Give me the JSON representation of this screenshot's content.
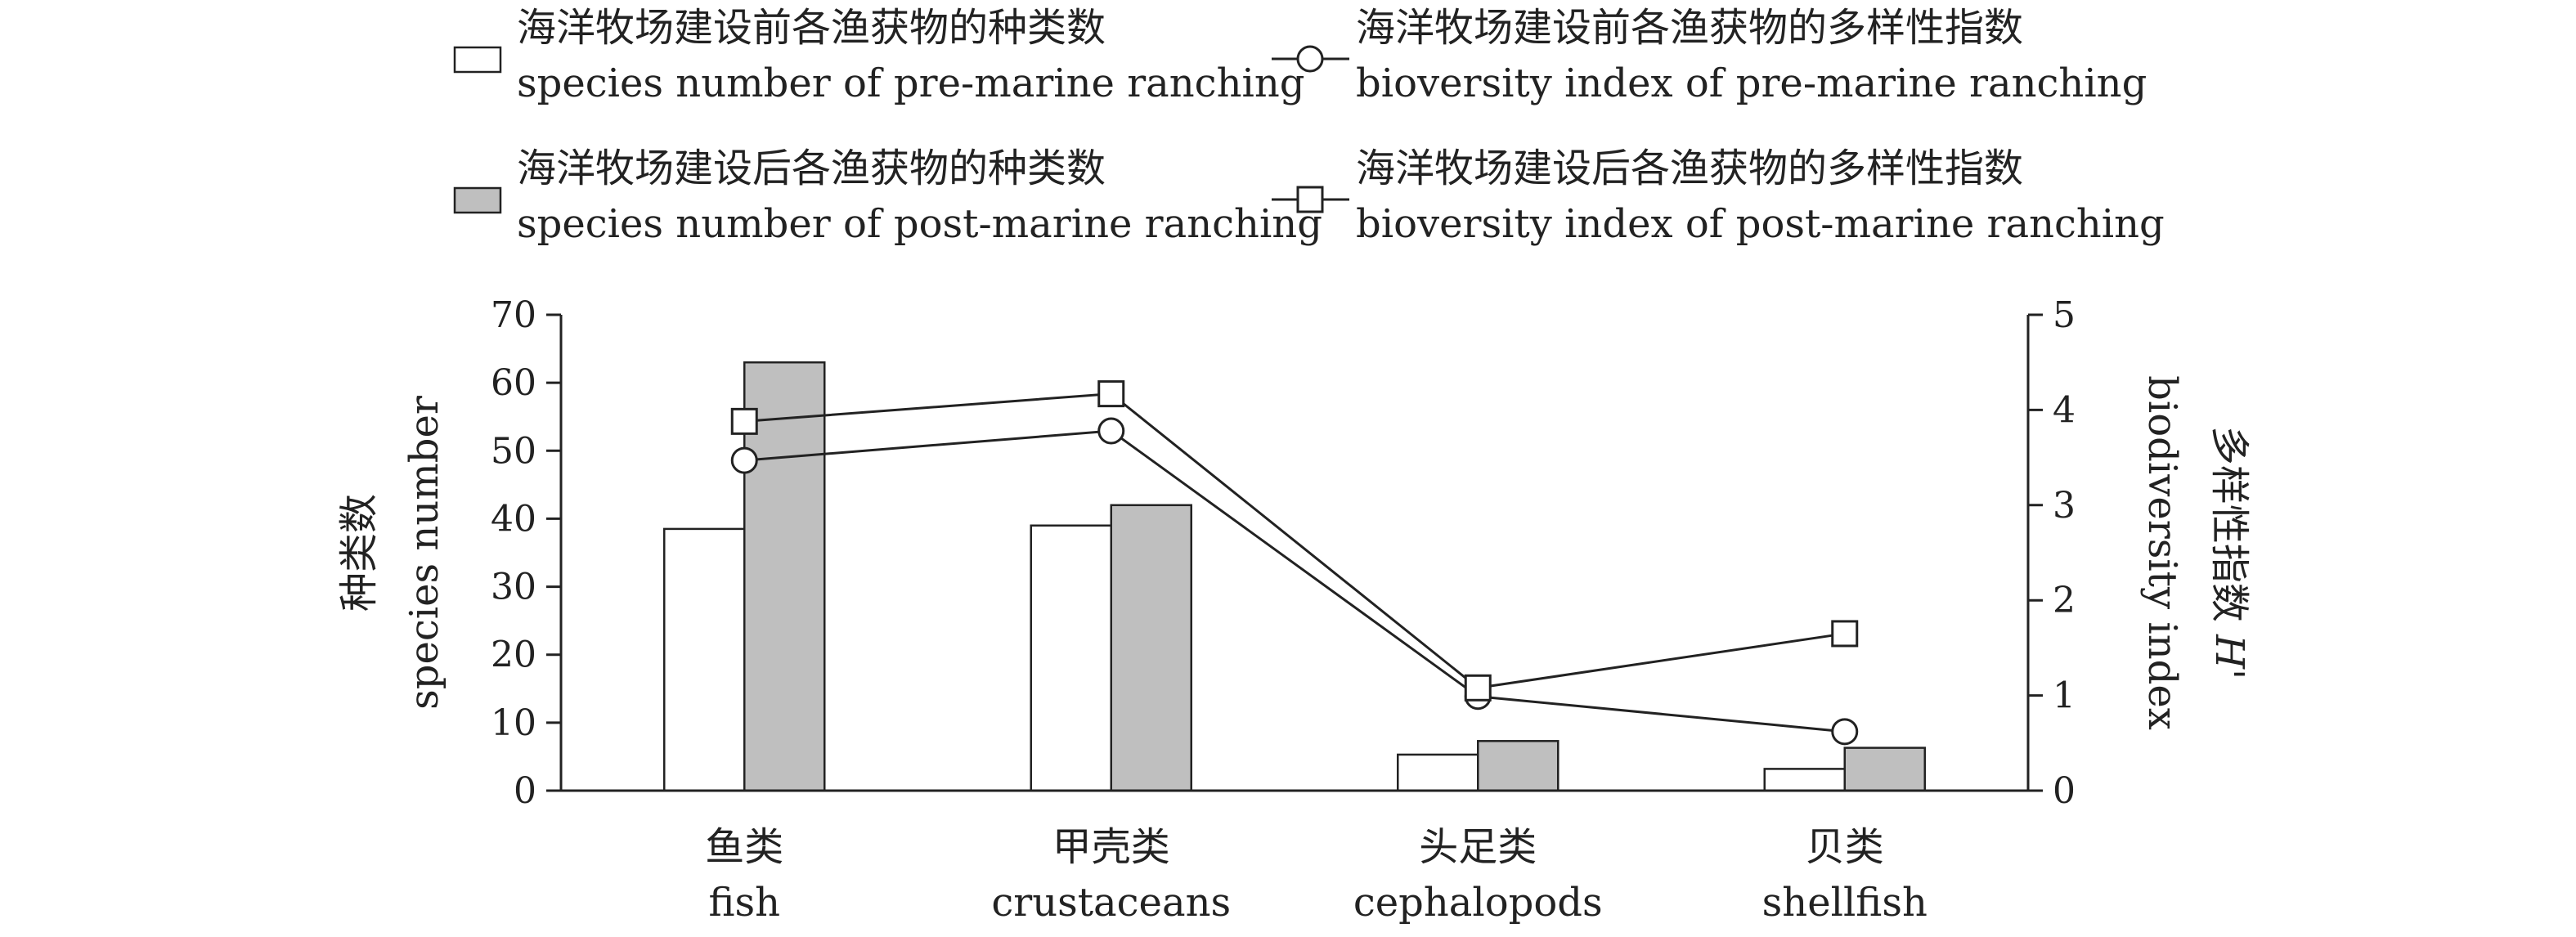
{
  "chart_data": {
    "type": "bar",
    "categories": [
      {
        "zh": "鱼类",
        "en": "fish"
      },
      {
        "zh": "甲壳类",
        "en": "crustaceans"
      },
      {
        "zh": "头足类",
        "en": "cephalopods"
      },
      {
        "zh": "贝类",
        "en": "shellfish"
      }
    ],
    "series": [
      {
        "kind": "bar",
        "axis": "left",
        "fill": "#ffffff",
        "name_zh": "海洋牧场建设前各渔获物的种类数",
        "name_en": "species number of pre-marine ranching",
        "values": [
          38.5,
          39,
          5.3,
          3.2
        ]
      },
      {
        "kind": "bar",
        "axis": "left",
        "fill": "#bfbfbf",
        "name_zh": "海洋牧场建设后各渔获物的种类数",
        "name_en": "species number of post-marine ranching",
        "values": [
          63,
          42,
          7.3,
          6.3
        ]
      },
      {
        "kind": "line",
        "axis": "right",
        "marker": "circle",
        "name_zh": "海洋牧场建设前各渔获物的多样性指数",
        "name_en": "bioversity index of pre-marine ranching",
        "values": [
          3.47,
          3.78,
          0.99,
          0.62
        ]
      },
      {
        "kind": "line",
        "axis": "right",
        "marker": "square",
        "name_zh": "海洋牧场建设后各渔获物的多样性指数",
        "name_en": "bioversity index of post-marine ranching",
        "values": [
          3.88,
          4.17,
          1.08,
          1.65
        ]
      }
    ],
    "y_left": {
      "label_zh": "种类数",
      "label_en": "species number",
      "ylim": [
        0,
        70
      ],
      "ticks": [
        "0",
        "10",
        "20",
        "30",
        "40",
        "50",
        "60",
        "70"
      ]
    },
    "y_right": {
      "label_zh": "多样性指数",
      "label_var": "H'",
      "label_en": "biodiversity index",
      "ylim": [
        0,
        5
      ],
      "ticks": [
        "0",
        "1",
        "2",
        "3",
        "4",
        "5"
      ]
    },
    "grid": false,
    "legend_position": "top"
  }
}
